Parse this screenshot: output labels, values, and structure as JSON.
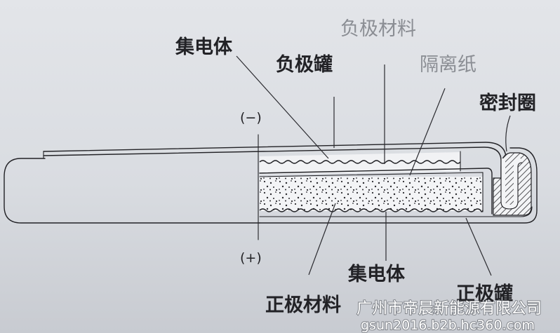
{
  "diagram": {
    "labels": {
      "negative_material": "负极材料",
      "collector_top": "集电体",
      "negative_can": "负极罐",
      "separator": "隔离纸",
      "seal_ring": "密封圈",
      "negative_terminal": "(−)",
      "positive_terminal": "(+)",
      "collector_bottom": "集电体",
      "positive_material": "正极材料",
      "positive_can": "正极罐"
    },
    "icons": {
      "positive_material_texture": "dot-fill-pattern",
      "seal_texture": "diagonal-hatch-pattern"
    }
  },
  "watermark": {
    "company": "广州市帝晨新能源有限公司",
    "url": "gsun2016.b2b.hc360.com"
  },
  "colors": {
    "ink": "#222226",
    "gray_label": "#8b8e94",
    "watermark": "#ffffff",
    "section_fill": "#f1f2f4"
  }
}
